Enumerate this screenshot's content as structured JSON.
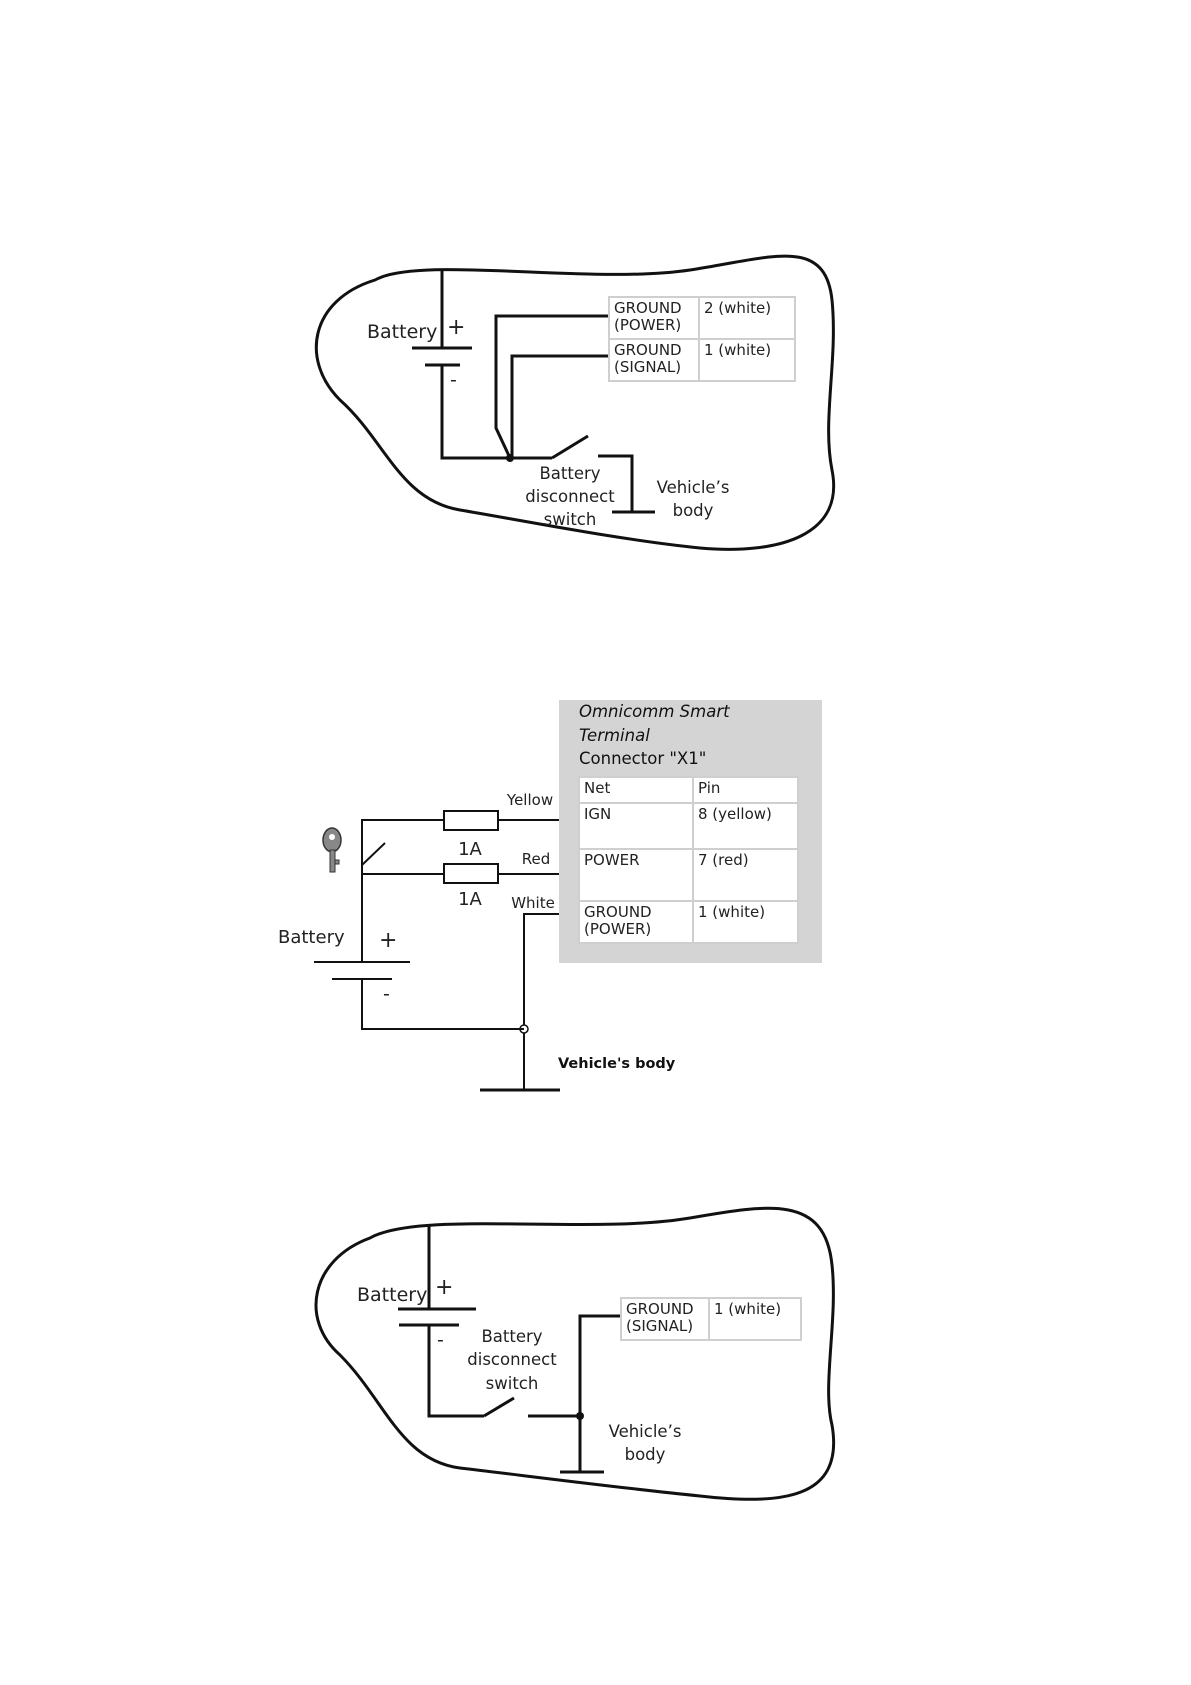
{
  "diagram1": {
    "battery_label": "Battery",
    "plus": "+",
    "minus": "-",
    "switch_label": [
      "Battery",
      "disconnect",
      "switch"
    ],
    "body_label": [
      "Vehicle’s",
      "body"
    ],
    "table": [
      {
        "net": [
          "GROUND",
          "(POWER)"
        ],
        "pin": "2 (white)"
      },
      {
        "net": [
          "GROUND",
          "(SIGNAL)"
        ],
        "pin": "1 (white)"
      }
    ]
  },
  "diagram2": {
    "connector_title_italic": [
      "Omnicomm Smart",
      "Terminal"
    ],
    "connector_title": "Connector \"X1\"",
    "header": {
      "net": "Net",
      "pin": "Pin"
    },
    "rows": [
      {
        "net": [
          "IGN"
        ],
        "pin": "8 (yellow)"
      },
      {
        "net": [
          "POWER"
        ],
        "pin": "7 (red)"
      },
      {
        "net": [
          "GROUND",
          "(POWER)"
        ],
        "pin": "1 (white)"
      }
    ],
    "wires": {
      "yellow": "Yellow",
      "red": "Red",
      "white": "White"
    },
    "fuse_labels": [
      "1A",
      "1A"
    ],
    "battery_label": "Battery",
    "plus": "+",
    "minus": "-",
    "body_label": "Vehicle's body",
    "icons": [
      "key-icon"
    ]
  },
  "diagram3": {
    "battery_label": "Battery",
    "plus": "+",
    "minus": "-",
    "switch_label": [
      "Battery",
      "disconnect",
      "switch"
    ],
    "body_label": [
      "Vehicle’s",
      "body"
    ],
    "table": [
      {
        "net": [
          "GROUND",
          "(SIGNAL)"
        ],
        "pin": "1 (white)"
      }
    ]
  }
}
